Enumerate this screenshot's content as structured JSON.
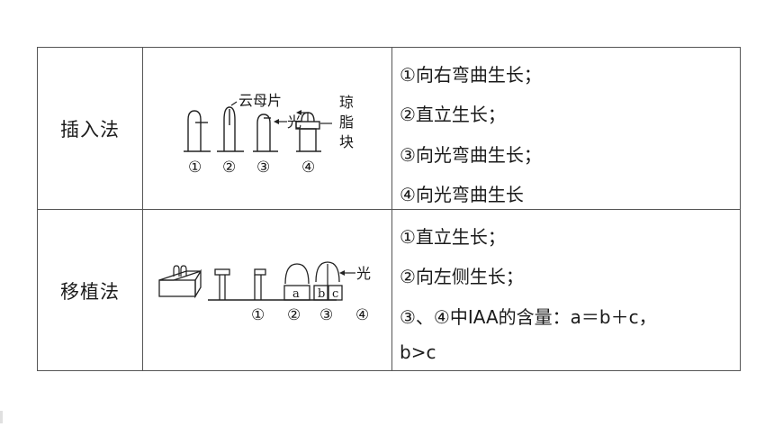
{
  "rows": [
    {
      "method": "插入法",
      "figure": {
        "labels": {
          "mica": "云母片",
          "light": "光",
          "agar1": "琼",
          "agar2": "脂",
          "agar3": "块"
        },
        "numbers": [
          "①",
          "②",
          "③",
          "④"
        ]
      },
      "lines": [
        "①向右弯曲生长；",
        "②直立生长；",
        "③向光弯曲生长；",
        "④向光弯曲生长"
      ]
    },
    {
      "method": "移植法",
      "figure": {
        "labels": {
          "light": "光",
          "a": "a",
          "b": "b",
          "c": "c"
        },
        "numbers": [
          "①",
          "②",
          "③",
          "④"
        ]
      },
      "lines": [
        "①直立生长；",
        "②向左侧生长；",
        "③、④中IAA的含量：a＝b＋c，",
        "b>c"
      ]
    }
  ]
}
